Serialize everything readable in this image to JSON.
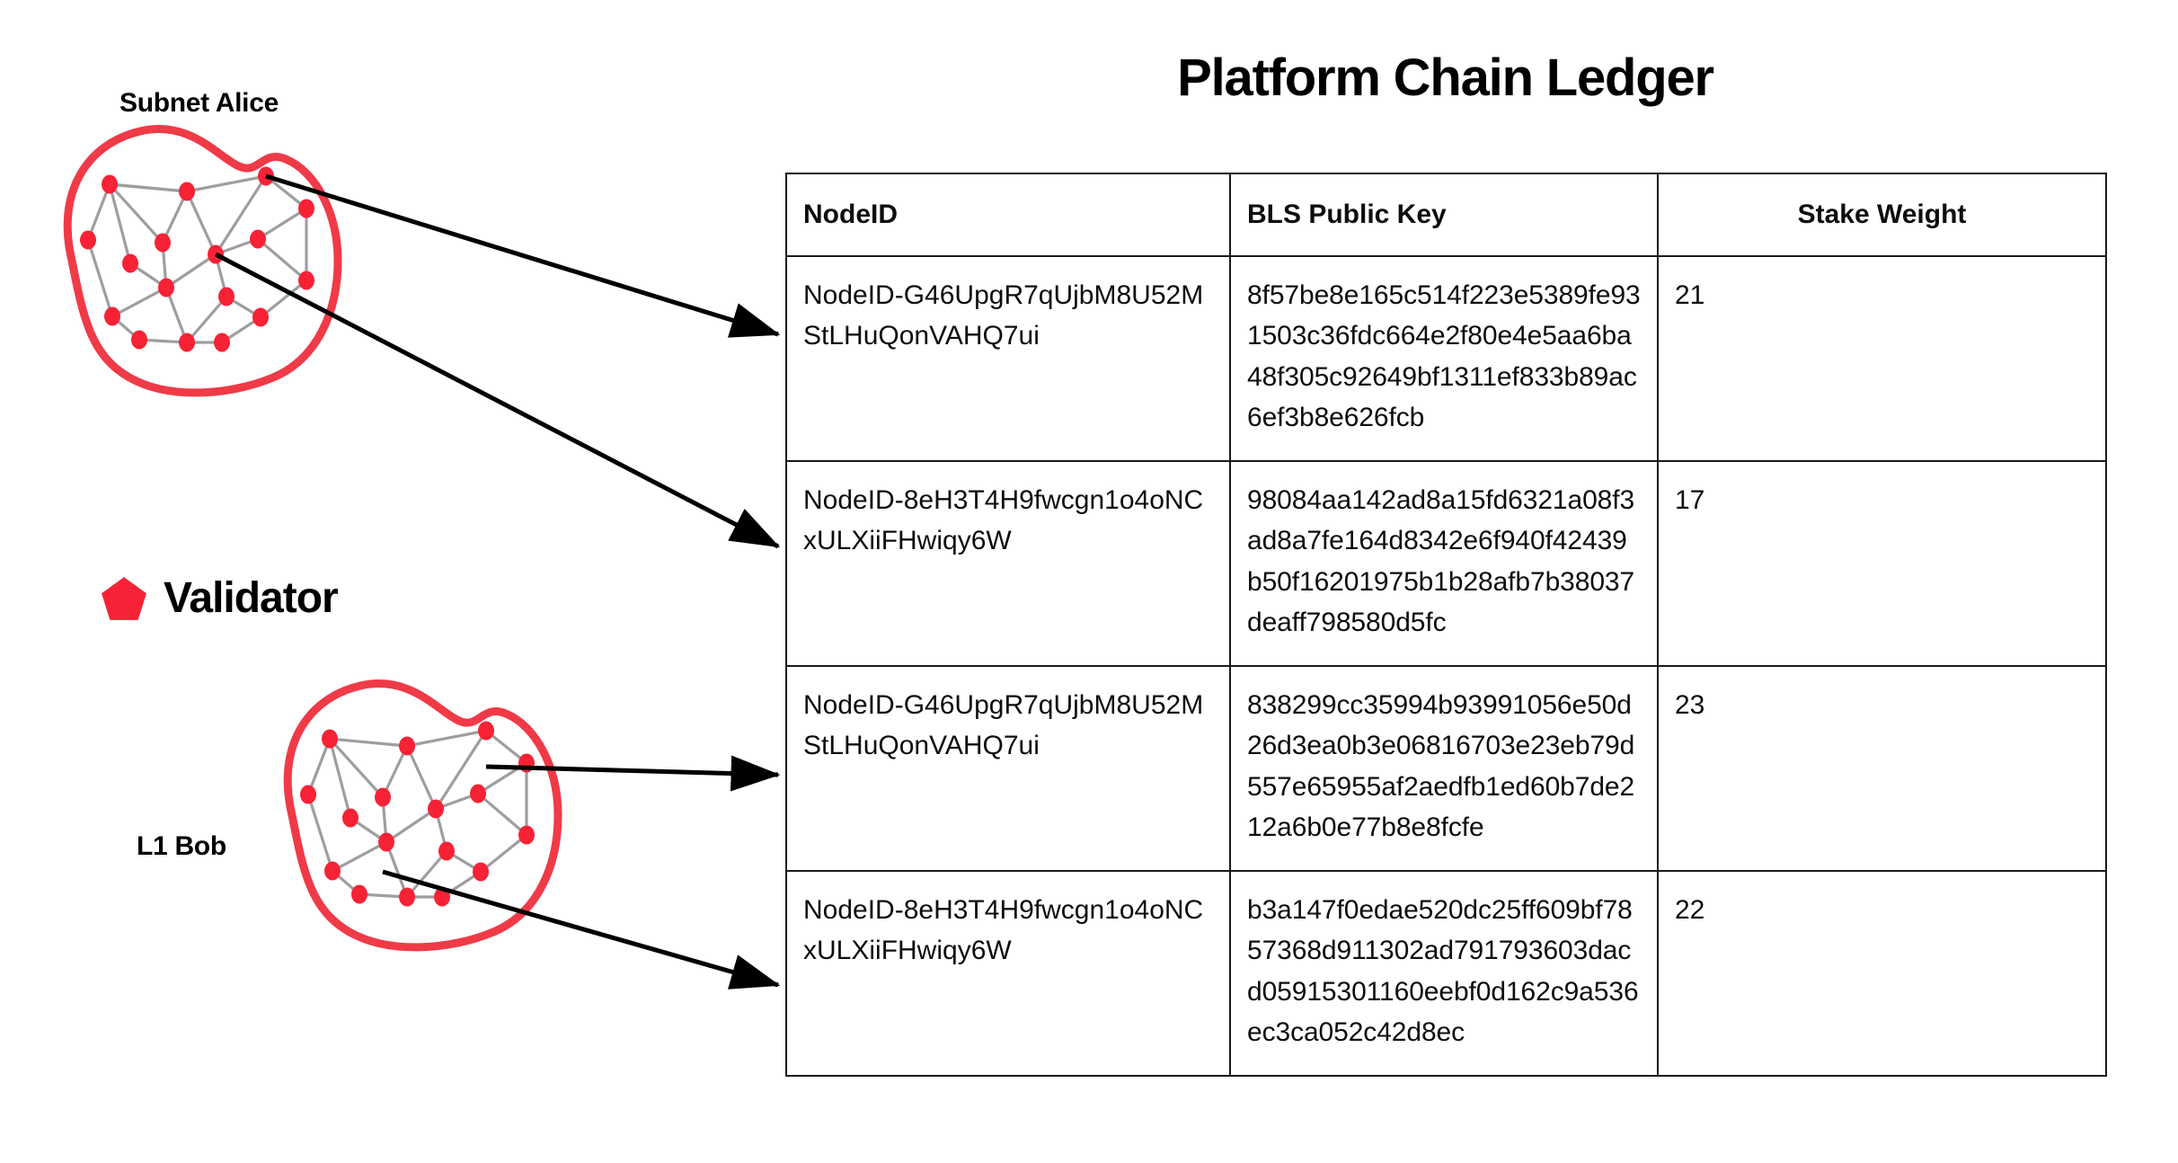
{
  "diagram": {
    "subnet_label": "Subnet Alice",
    "l1_label": "L1 Bob",
    "legend": {
      "icon": "pentagon-icon",
      "label": "Validator"
    },
    "colors": {
      "blob_outline": "#F03A47",
      "node_fill": "#F72235",
      "edge": "#9e9e9e",
      "arrow": "#000000"
    },
    "arrows": [
      {
        "from": "subnet-alice-node-top",
        "to": "table-row-1"
      },
      {
        "from": "subnet-alice-node-mid",
        "to": "table-row-2"
      },
      {
        "from": "l1-bob-node-top",
        "to": "table-row-3"
      },
      {
        "from": "l1-bob-node-mid",
        "to": "table-row-4"
      }
    ]
  },
  "ledger": {
    "title": "Platform Chain Ledger",
    "columns": [
      {
        "label": "NodeID",
        "align": "left"
      },
      {
        "label": "BLS Public Key",
        "align": "left"
      },
      {
        "label": "Stake Weight",
        "align": "center"
      }
    ],
    "rows": [
      {
        "node_id": "NodeID-G46UpgR7qUjbM8U52MStLHuQonVAHQ7ui",
        "bls_public_key": "8f57be8e165c514f223e5389fe931503c36fdc664e2f80e4e5aa6ba48f305c92649bf1311ef833b89ac6ef3b8e626fcb",
        "stake_weight": "21"
      },
      {
        "node_id": "NodeID-8eH3T4H9fwcgn1o4oNCxULXiiFHwiqy6W",
        "bls_public_key": "98084aa142ad8a15fd6321a08f3ad8a7fe164d8342e6f940f42439b50f16201975b1b28afb7b38037deaff798580d5fc",
        "stake_weight": "17"
      },
      {
        "node_id": "NodeID-G46UpgR7qUjbM8U52MStLHuQonVAHQ7ui",
        "bls_public_key": "838299cc35994b93991056e50d26d3ea0b3e06816703e23eb79d557e65955af2aedfb1ed60b7de212a6b0e77b8e8fcfe",
        "stake_weight": "23"
      },
      {
        "node_id": "NodeID-8eH3T4H9fwcgn1o4oNCxULXiiFHwiqy6W",
        "bls_public_key": "b3a147f0edae520dc25ff609bf7857368d911302ad791793603dacd05915301160eebf0d162c9a536ec3ca052c42d8ec",
        "stake_weight": "22"
      }
    ]
  }
}
